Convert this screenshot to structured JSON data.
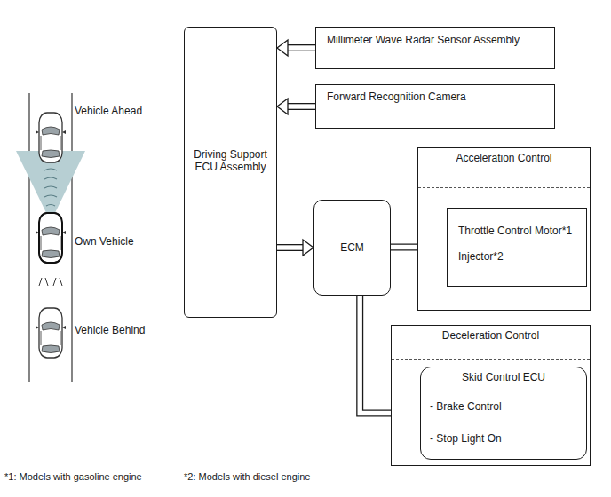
{
  "diagram": {
    "nodes": [
      {
        "text": [
          "Driving Support ECU Assembly"
        ]
      },
      {
        "text": [
          "Millimeter Wave Radar Sensor Assembly"
        ]
      },
      {
        "text": [
          "Forward Recognition Camera"
        ]
      },
      {
        "text": [
          "ECM"
        ]
      },
      {
        "text": [
          "Acceleration Control"
        ]
      },
      {
        "text": [
          "Throttle Control Motor*1",
          "Injector*2"
        ],
        "in": 4
      },
      {
        "text": [
          "Deceleration Control"
        ]
      },
      {
        "text": [
          "Skid Control ECU",
          "- Brake Control",
          "- Stop Light On"
        ],
        "in": 6
      }
    ],
    "edges": [
      {
        "from": 1,
        "to": 0,
        "arrow": "to"
      },
      {
        "from": 2,
        "to": 0,
        "arrow": "to"
      },
      {
        "from": 0,
        "to": 3,
        "arrow": "to"
      },
      {
        "from": 3,
        "to": 5,
        "arrow": "to"
      },
      {
        "from": 3,
        "to": 7,
        "arrow": "to"
      }
    ],
    "labels": [
      "Vehicle Ahead",
      "Own Vehicle",
      "Vehicle Behind",
      "*1: Models with gasoline engine",
      "*2: Models with diesel engine"
    ]
  }
}
